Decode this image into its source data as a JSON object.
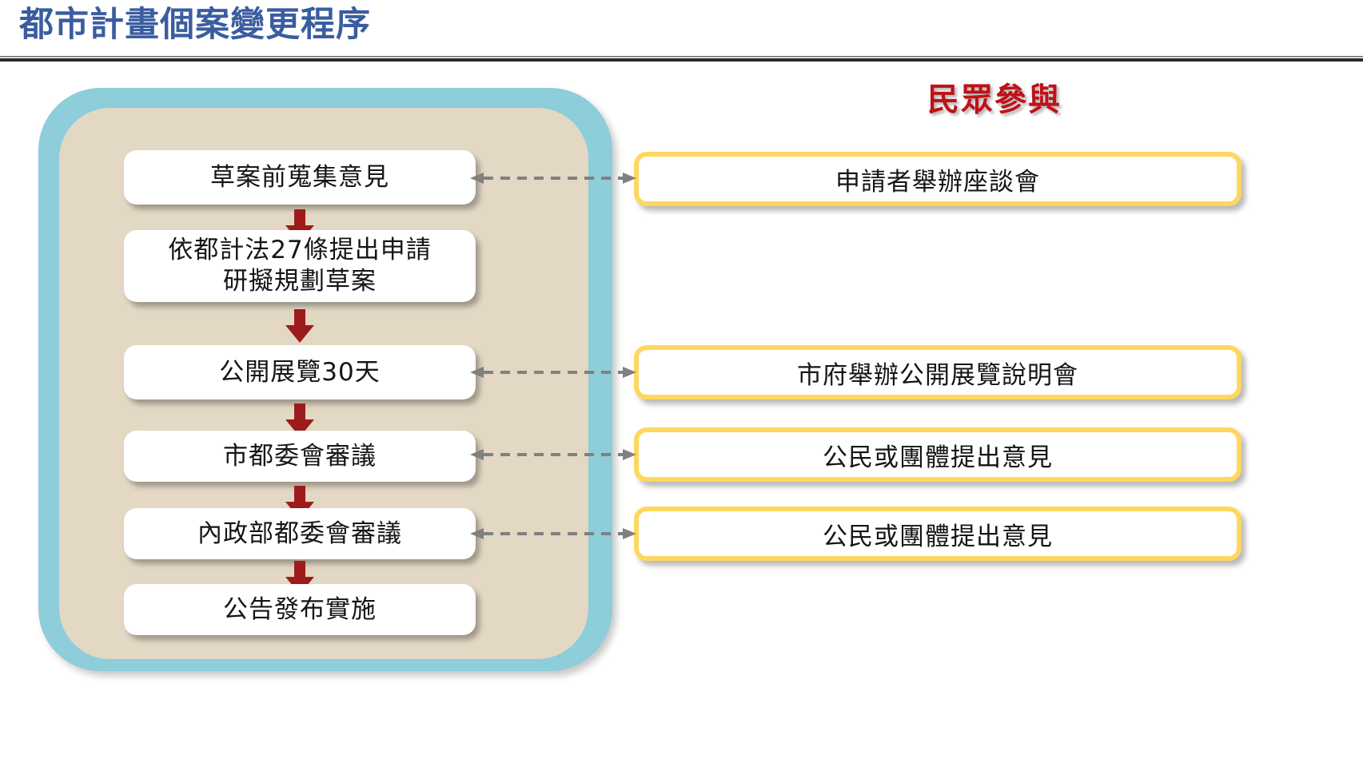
{
  "title": {
    "text": "都市計畫個案變更程序",
    "color": "#3A5DA0"
  },
  "participation_heading": {
    "text": "民眾參與",
    "color": "#BE1218"
  },
  "palette": {
    "outer_container": "#8ECDDA",
    "inner_container": "#E3D8C4",
    "flow_box_fill": "#FFFFFF",
    "flow_arrow": "#9E1B1B",
    "participation_border": "#FFD75E",
    "connector": "#808080",
    "text": "#151515"
  },
  "process_flow": {
    "steps": [
      {
        "id": "step-1",
        "label": "草案前蒐集意見"
      },
      {
        "id": "step-2",
        "label": "依都計法27條提出申請\n研擬規劃草案",
        "line1": "依都計法27條提出申請",
        "line2": "研擬規劃草案"
      },
      {
        "id": "step-3",
        "label": "公開展覽30天"
      },
      {
        "id": "step-4",
        "label": "市都委會審議"
      },
      {
        "id": "step-5",
        "label": "內政部都委會審議"
      },
      {
        "id": "step-6",
        "label": "公告發布實施"
      }
    ],
    "arrows": [
      {
        "id": "flow-arrow-1",
        "from": "step-1",
        "to": "step-2",
        "icon": "down-arrow-icon"
      },
      {
        "id": "flow-arrow-2",
        "from": "step-2",
        "to": "step-3",
        "icon": "down-arrow-icon"
      },
      {
        "id": "flow-arrow-3",
        "from": "step-3",
        "to": "step-4",
        "icon": "down-arrow-icon"
      },
      {
        "id": "flow-arrow-4",
        "from": "step-4",
        "to": "step-5",
        "icon": "down-arrow-icon"
      },
      {
        "id": "flow-arrow-5",
        "from": "step-5",
        "to": "step-6",
        "icon": "down-arrow-icon"
      }
    ]
  },
  "participation": {
    "items": [
      {
        "id": "part-1",
        "label": "申請者舉辦座談會"
      },
      {
        "id": "part-2",
        "label": "市府舉辦公開展覽說明會"
      },
      {
        "id": "part-3",
        "label": "公民或團體提出意見"
      },
      {
        "id": "part-4",
        "label": "公民或團體提出意見"
      }
    ]
  },
  "connectors": [
    {
      "id": "connector-1",
      "from": "step-1",
      "to": "part-1",
      "style": "dashed",
      "heads": "both",
      "icon": "double-arrow-dashed-icon"
    },
    {
      "id": "connector-2",
      "from": "step-3",
      "to": "part-2",
      "style": "dashed",
      "heads": "both",
      "icon": "double-arrow-dashed-icon"
    },
    {
      "id": "connector-3",
      "from": "step-4",
      "to": "part-3",
      "style": "dashed",
      "heads": "both",
      "icon": "double-arrow-dashed-icon"
    },
    {
      "id": "connector-4",
      "from": "step-5",
      "to": "part-4",
      "style": "dashed",
      "heads": "both",
      "icon": "double-arrow-dashed-icon"
    }
  ]
}
